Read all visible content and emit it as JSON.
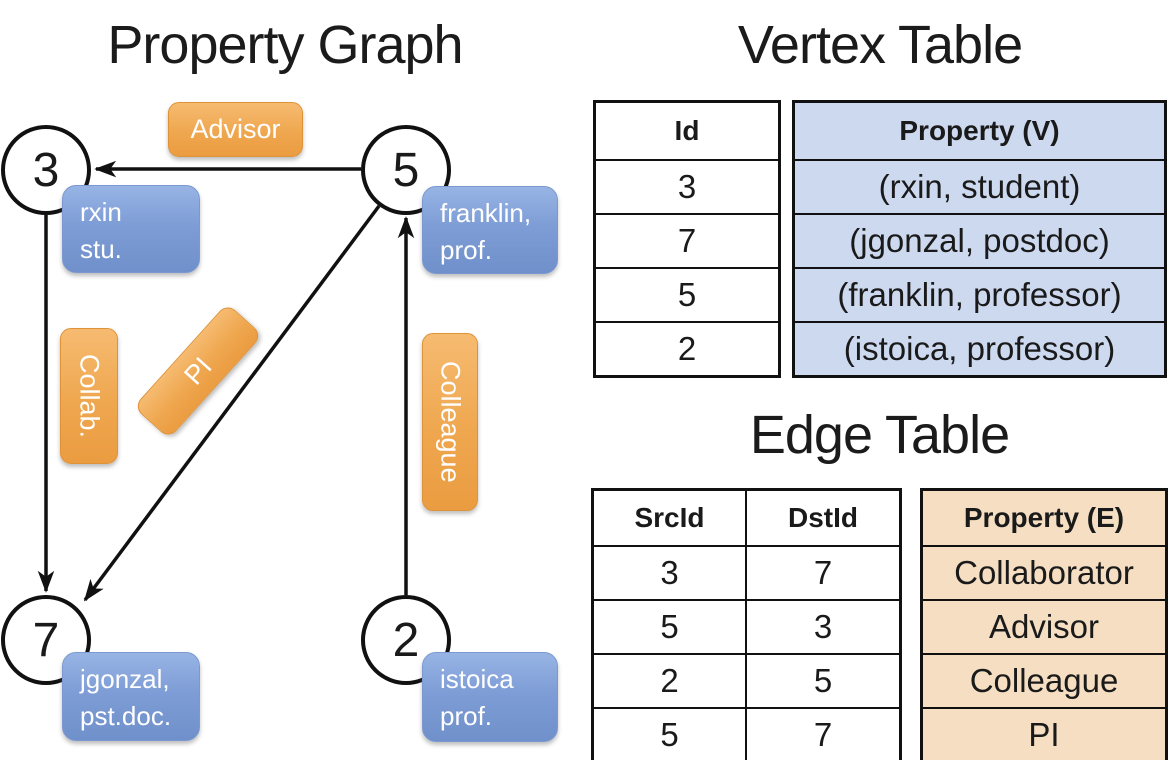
{
  "graph": {
    "title": "Property Graph",
    "nodes": [
      {
        "id": "3",
        "line1": "rxin",
        "line2": "stu."
      },
      {
        "id": "5",
        "line1": "franklin,",
        "line2": "prof."
      },
      {
        "id": "7",
        "line1": "jgonzal,",
        "line2": "pst.doc."
      },
      {
        "id": "2",
        "line1": "istoica",
        "line2": "prof."
      }
    ],
    "edge_labels": {
      "advisor": "Advisor",
      "collab": "Collab.",
      "pi": "PI",
      "colleague": "Colleague"
    }
  },
  "vertex_table": {
    "title": "Vertex Table",
    "columns": {
      "id": "Id",
      "property": "Property (V)"
    },
    "rows": [
      {
        "id": "3",
        "property": "(rxin, student)"
      },
      {
        "id": "7",
        "property": "(jgonzal, postdoc)"
      },
      {
        "id": "5",
        "property": "(franklin, professor)"
      },
      {
        "id": "2",
        "property": "(istoica, professor)"
      }
    ]
  },
  "edge_table": {
    "title": "Edge Table",
    "columns": {
      "src": "SrcId",
      "dst": "DstId",
      "property": "Property (E)"
    },
    "rows": [
      {
        "src": "3",
        "dst": "7",
        "property": "Collaborator"
      },
      {
        "src": "5",
        "dst": "3",
        "property": "Advisor"
      },
      {
        "src": "2",
        "dst": "5",
        "property": "Colleague"
      },
      {
        "src": "5",
        "dst": "7",
        "property": "PI"
      }
    ]
  },
  "colors": {
    "edge_label_orange": "#efa74f",
    "node_card_blue": "#7b9cd4",
    "vertex_property_fill": "#cdd9ef",
    "edge_property_fill": "#f5dec2",
    "line_black": "#111111"
  }
}
